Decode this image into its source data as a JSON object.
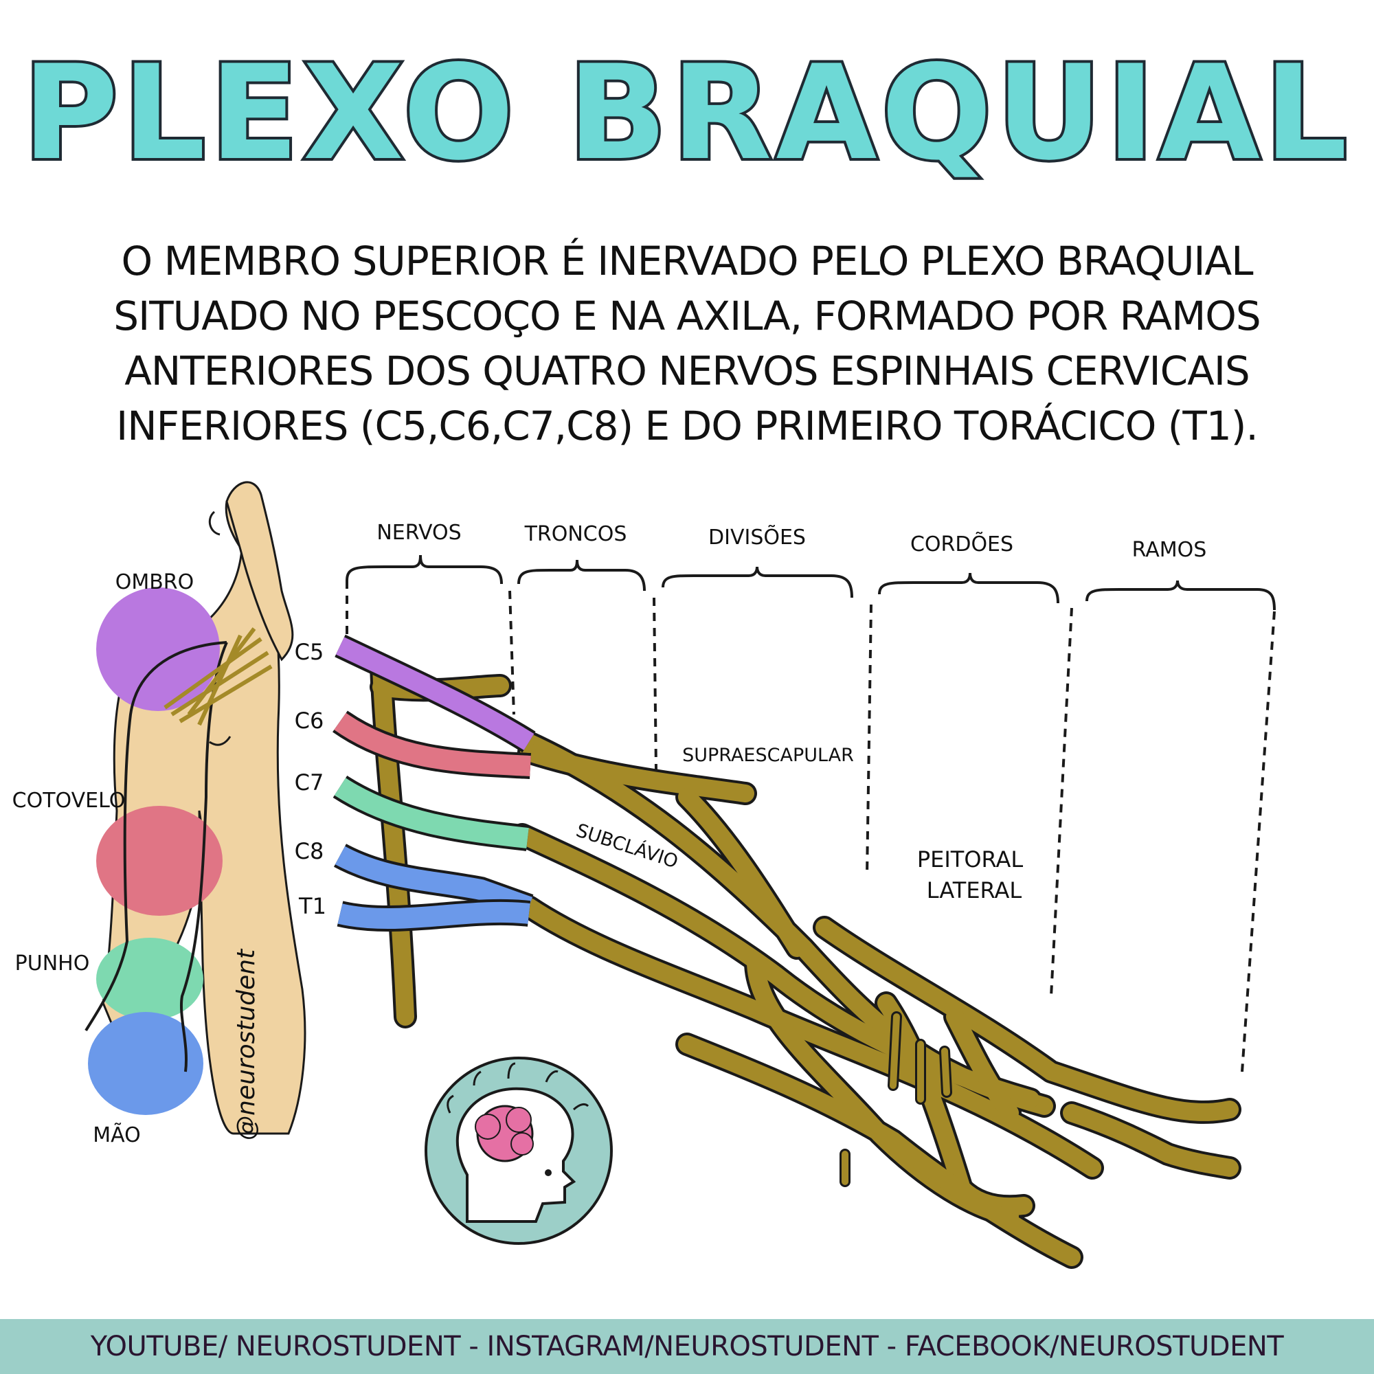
{
  "header": {
    "title": "PLEXO BRAQUIAL",
    "intro_lines": [
      "O MEMBRO SUPERIOR É INERVADO PELO PLEXO BRAQUIAL",
      "SITUADO NO PESCOÇO E NA AXILA, FORMADO POR RAMOS",
      "ANTERIORES DOS QUATRO NERVOS ESPINHAIS CERVICAIS",
      "INFERIORES (C5,C6,C7,C8) E DO PRIMEIRO TORÁCICO (T1)."
    ]
  },
  "regions": {
    "ombro": "OMBRO",
    "cotovelo": "COTOVELO",
    "punho": "PUNHO",
    "mao": "MÃO"
  },
  "columns": [
    "NERVOS",
    "TRONCOS",
    "DIVISÕES",
    "CORDÕES",
    "RAMOS"
  ],
  "roots": [
    "C5",
    "C6",
    "C7",
    "C8",
    "T1"
  ],
  "branches": {
    "supraescapular": "SUPRAESCAPULAR",
    "subclavio": "SUBCLÁVIO",
    "peitoral_lateral_1": "PEITORAL",
    "peitoral_lateral_2": "LATERAL"
  },
  "watermark": "@neurostudent",
  "footer": "YOUTUBE/ NEUROSTUDENT - INSTAGRAM/NEUROSTUDENT - FACEBOOK/NEUROSTUDENT",
  "colors": {
    "title": "#6ed9d6",
    "c5": "#b978e0",
    "c6": "#e07585",
    "c7": "#7ed9b0",
    "c8": "#6b99ea",
    "t1": "#6b99ea",
    "nerve": "#a48a28",
    "skin": "#f0d3a2",
    "footer_bg": "#9ccfc8"
  }
}
